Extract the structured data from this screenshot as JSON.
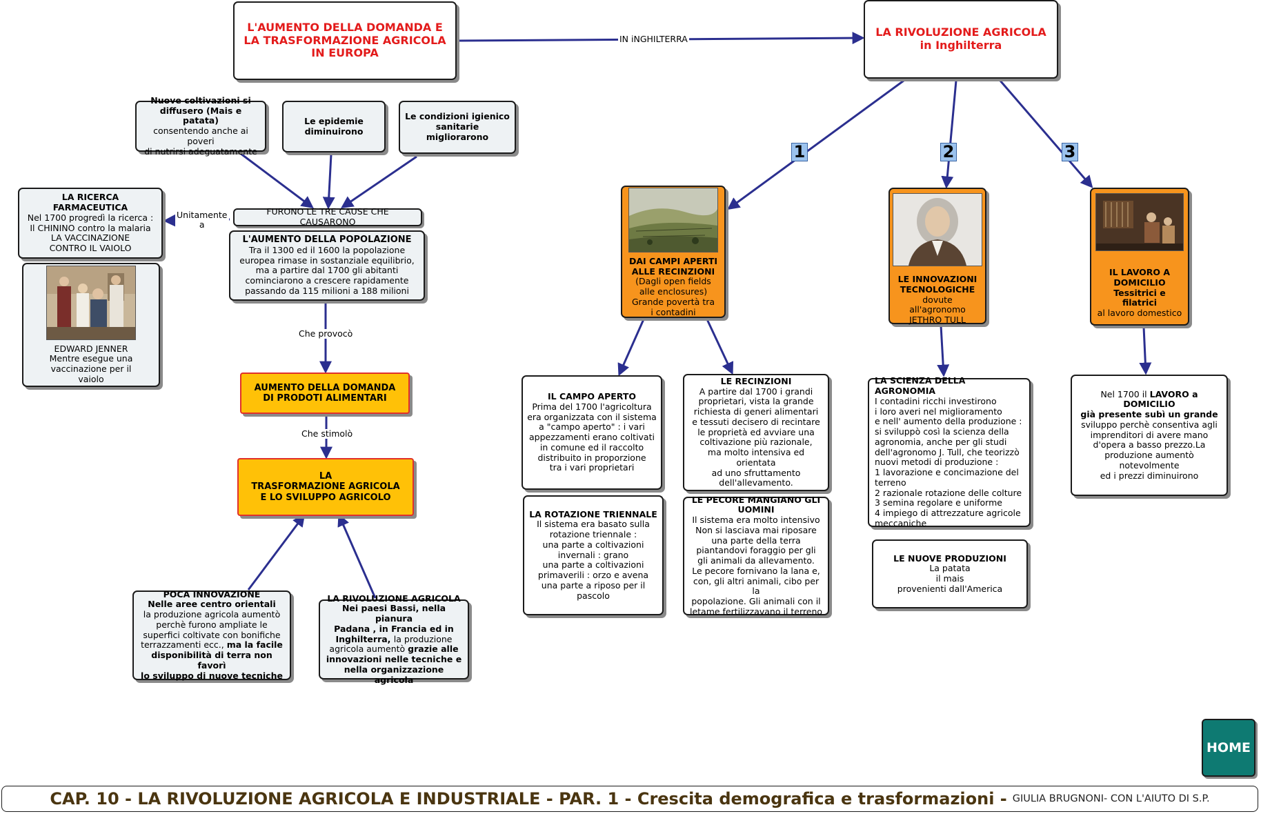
{
  "title_box": {
    "l1": "L'AUMENTO DELLA DOMANDA E",
    "l2": "LA TRASFORMAZIONE  AGRICOLA",
    "l3": "IN EUROPA"
  },
  "link_label_inghilterra": "IN iNGHILTERRA",
  "rivoluzione_box": {
    "l1": "LA RIVOLUZIONE  AGRICOLA",
    "l2": "in Inghilterra"
  },
  "cause1": {
    "l1": "Nuove coltivazioni si",
    "l2": "diffusero (Mais e patata)",
    "l3": "consentendo anche ai poveri",
    "l4": "di nutrirsi adeguatamente"
  },
  "cause2": {
    "l1": "Le epidemie",
    "l2": "diminuirono"
  },
  "cause3": {
    "l1": "Le condizioni igienico",
    "l2": "sanitarie migliorarono"
  },
  "ricerca": {
    "title": "LA RICERCA FARMACEUTICA",
    "l1": "Nel 1700 progredì la ricerca :",
    "l2": "Il CHININO contro la malaria",
    "l3": "LA VACCINAZIONE",
    "l4": "CONTRO IL VAIOLO"
  },
  "unitamente_label": {
    "l1": "Unitamente",
    "l2": "a"
  },
  "jenner": {
    "l1": "EDWARD JENNER",
    "l2": "Mentre esegue una",
    "l3": "vaccinazione per il",
    "l4": "vaiolo"
  },
  "furono_label": "FURONO LE TRE CAUSE CHE CAUSARONO",
  "popolazione": {
    "title": "L'AUMENTO DELLA POPOLAZIONE",
    "l1": "Tra il 1300 ed il 1600 la popolazione",
    "l2": "europea rimase in sostanziale equilibrio,",
    "l3": "ma a partire dal 1700 gli abitanti",
    "l4": "cominciarono  a crescere rapidamente",
    "l5": "passando da 115 milioni a 188 milioni"
  },
  "provoco_label": "Che provocò",
  "domanda_box": {
    "l1": "AUMENTO DELLA DOMANDA",
    "l2": "DI PRODOTI ALIMENTARI"
  },
  "stimolo_label": "Che stimolò",
  "trasformazione_box": {
    "l1": "LA",
    "l2": "TRASFORMAZIONE AGRICOLA",
    "l3": "E LO SVILUPPO AGRICOLO"
  },
  "poca": {
    "title": "POCA INNOVAZIONE",
    "l1": "Nelle aree centro orientali",
    "l2": "la produzione agricola aumentò",
    "l3": "perchè furono ampliate le",
    "l4": "superfici coltivate con bonifiche",
    "l5a": "terrazzamenti ecc., ",
    "l5b": "ma la facile",
    "l6": "disponibilità di terra non favorì",
    "l7": "lo sviluppo di nuove tecniche"
  },
  "rivoluzione_paesi": {
    "title": "LA RIVOLUZIONE AGRICOLA",
    "l1": "Nei paesi Bassi, nella pianura",
    "l2": "Padana , in Francia ed in",
    "l3a": "Inghilterra, ",
    "l3b": "la produzione",
    "l4a": "agricola aumentò  ",
    "l4b": "grazie alle",
    "l5": "innovazioni nelle tecniche e",
    "l6": "nella organizzazione agricola"
  },
  "numbers": [
    "1",
    "2",
    "3"
  ],
  "campi": {
    "l1": "DAI CAMPI APERTI",
    "l2": "ALLE RECINZIONI",
    "l3": "(Dagli open fields",
    "l4": "alle enclosures)",
    "l5": "Grande povertà tra",
    "l6": "i contadini"
  },
  "innovazioni": {
    "l1": "LE INNOVAZIONI",
    "l2": "TECNOLOGICHE",
    "l3": "dovute all'agronomo",
    "l4": "JETHRO TULL"
  },
  "lavoro": {
    "l1": "IL LAVORO A",
    "l2": "DOMICILIO",
    "l3": "Tessitrici e filatrici",
    "l4": "al lavoro domestico"
  },
  "campo_aperto": {
    "title": "IL CAMPO APERTO",
    "l1": "Prima del 1700 l'agricoltura",
    "l2": "era organizzata con il sistema",
    "l3": "a \"campo aperto\" : i vari",
    "l4": "appezzamenti erano coltivati",
    "l5": "in comune ed il raccolto",
    "l6": "distribuito in proporzione",
    "l7": "tra i vari proprietari"
  },
  "recinzioni": {
    "title": "LE RECINZIONI",
    "l1": "A partire dal 1700 i grandi",
    "l2": "proprietari, vista la grande",
    "l3": "richiesta di generi alimentari",
    "l4": "e tessuti decisero di recintare",
    "l5": "le proprietà ed avviare una",
    "l6": "coltivazione più razionale,",
    "l7": "ma molto intensiva ed orientata",
    "l8": "ad uno sfruttamento",
    "l9": "dell'allevamento."
  },
  "rotazione": {
    "title": "LA ROTAZIONE TRIENNALE",
    "l1": "Il sistema era basato sulla",
    "l2": "rotazione triennale :",
    "l3": "una parte a coltivazioni",
    "l4": "invernali : grano",
    "l5": "una parte a coltivazioni",
    "l6": "primaverili : orzo e avena",
    "l7": "una parte a riposo per il",
    "l8": "pascolo"
  },
  "pecore": {
    "title1": "LE PECORE MANGIANO GLI",
    "title2": "UOMINI",
    "l1": "Il sistema era molto intensivo",
    "l2": "Non si lasciava mai riposare",
    "l3": "una parte della terra",
    "l4": "piantandovi foraggio per gli",
    "l5": "gli animali da allevamento.",
    "l6": "Le pecore fornivano la lana e,",
    "l7": "con, gli altri animali, cibo per la",
    "l8": "popolazione. Gli animali con il",
    "l9": "letame fertilizzavano il terreno"
  },
  "scienza": {
    "title": "LA SCIENZA DELLA AGRONOMIA",
    "l1": "I contadini ricchi investirono",
    "l2": "i loro averi nel miglioramento",
    "l3": "e nell' aumento della produzione :",
    "l4": "si sviluppò così la scienza della",
    "l5": "agronomia, anche per gli studi",
    "l6": "dell'agronomo J. Tull, che teorizzò",
    "l7": " nuovi metodi di produzione :",
    "l8": "1 lavorazione e concimazione del",
    "l9": "terreno",
    "l10": "2 razionale rotazione delle colture",
    "l11": "3 semina regolare e uniforme",
    "l12": "4 impiego di attrezzature agricole",
    "l13": "meccaniche"
  },
  "nuove_produzioni": {
    "title": "LE NUOVE PRODUZIONI",
    "l1": "La patata",
    "l2": "il mais",
    "l3": "provenienti dall'America"
  },
  "domicilio_1700": {
    "l1a": "Nel 1700 il ",
    "l1b": "LAVORO a",
    "l2": "DOMICILIO",
    "l3": "già presente subì un grande",
    "l4": "sviluppo perchè consentiva agli",
    "l5": "imprenditori di avere mano",
    "l6": "d'opera a basso prezzo.La",
    "l7": "produzione aumentò notevolmente",
    "l8": "ed i prezzi diminuirono"
  },
  "home_label": "HOME",
  "footer": {
    "main": "CAP. 10 - LA RIVOLUZIONE AGRICOLA E INDUSTRIALE - PAR. 1 - Crescita demografica e trasformazioni - ",
    "author": "GIULIA BRUGNONI- CON L'AIUTO DI S.P."
  },
  "colors": {
    "arrow": "#2b2f8f",
    "orange": "#f7941d",
    "yellow": "#ffc107",
    "title_red": "#e31b1b",
    "home": "#0e7a72"
  }
}
